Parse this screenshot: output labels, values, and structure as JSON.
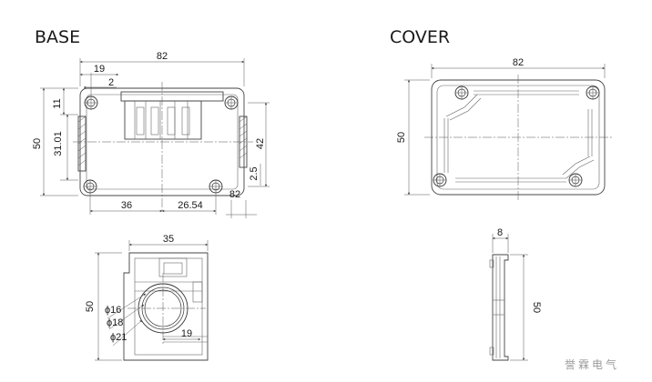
{
  "views": {
    "base": {
      "title": "BASE",
      "dims": {
        "width": "82",
        "offset_19": "19",
        "offset_2": "2",
        "height": "50",
        "h_11": "11",
        "h_31": "31.01",
        "h_42": "42",
        "h_25": "2.5",
        "small_82": "82",
        "bottom_36": "36",
        "bottom_2654": "26.54"
      }
    },
    "cover": {
      "title": "COVER",
      "dims": {
        "width": "82",
        "height": "50"
      }
    },
    "side": {
      "dims": {
        "width": "35",
        "height": "50",
        "d16": "ϕ16",
        "d18": "ϕ18",
        "d21": "ϕ21",
        "off_19": "19"
      }
    },
    "profile": {
      "dims": {
        "thickness": "8",
        "height": "50"
      }
    }
  },
  "logo": {
    "text": "誉霖电气"
  }
}
